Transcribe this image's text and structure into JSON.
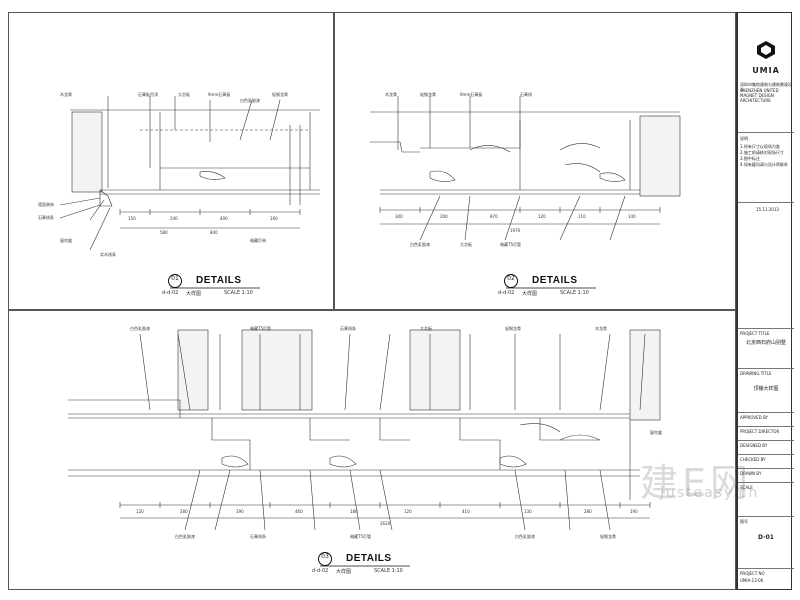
{
  "title_block": {
    "brand": "UMIA",
    "company_lines": [
      "深圳市集地建筑与建筑景观设计",
      "SHENZHEN UNITED MAGNET DESIGN ARCHITECTURE"
    ],
    "notes": [
      "说明",
      "1.所有尺寸以现场为准",
      "2.施工前请核对现场尺寸",
      "3.图中标注",
      "4.如有疑问请与设计师联系"
    ],
    "date": "15.11.2013",
    "project_label": "PROJECT TITLE",
    "project_name": "北京西石府山别墅",
    "drawing_label": "DRAWING TITLE",
    "drawing_name": "顶棚大样图",
    "approved_label": "APPROVED BY",
    "director_label": "PROJECT DIRECTOR",
    "designed_label": "DESIGNED BY",
    "checked_label": "CHECKED BY",
    "drawn_label": "DRAWN BY",
    "scale_label": "SCALE",
    "sheet_label": "图号",
    "drawing_number": "D-01",
    "project_no_label": "PROJECT NO",
    "project_no": "UMIA-12-06"
  },
  "details": [
    {
      "num": "01",
      "ref": "d-d-02",
      "title": "DETAILS",
      "subtitle": "大样图",
      "scale": "SCALE 1:10"
    },
    {
      "num": "02",
      "ref": "d-d-02",
      "title": "DETAILS",
      "subtitle": "大样图",
      "scale": "SCALE 1:10"
    },
    {
      "num": "03",
      "ref": "d-d-02",
      "title": "DETAILS",
      "subtitle": "大样图",
      "scale": "SCALE 1:10"
    }
  ],
  "labels_d1": [
    "木龙骨",
    "石膏板吊顶",
    "大芯板",
    "9mm石膏板",
    "白色乳胶漆",
    "轻钢龙骨",
    "墙面装饰",
    "石膏线条",
    "窗帘盒",
    "暗藏灯带",
    "实木线条"
  ],
  "labels_d2": [
    "木龙骨",
    "轻钢龙骨",
    "9mm石膏板",
    "石膏线",
    "白色乳胶漆",
    "大芯板",
    "暗藏T5灯管"
  ],
  "labels_d3": [
    "白色乳胶漆",
    "暗藏T5灯管",
    "石膏线条",
    "大芯板",
    "轻钢龙骨",
    "木龙骨",
    "窗帘盒"
  ],
  "dims_d1": [
    "150",
    "240",
    "400",
    "160",
    "580",
    "840"
  ],
  "dims_d2": [
    "300",
    "200",
    "870",
    "120",
    "110",
    "140",
    "1970"
  ],
  "dims_d3": [
    "120",
    "280",
    "190",
    "460",
    "180",
    "120",
    "410",
    "130",
    "280",
    "190",
    "2620"
  ],
  "watermark": {
    "cn": "建E网",
    "en": "justeasy.cn"
  }
}
